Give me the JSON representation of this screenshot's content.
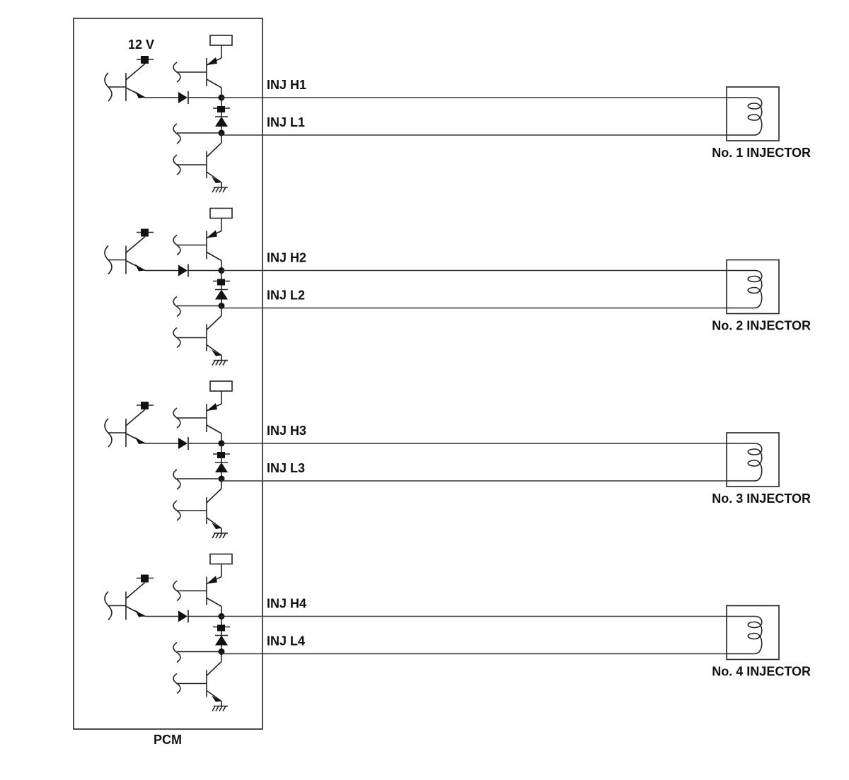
{
  "diagram": {
    "module_label": "PCM",
    "supply_label": "12 V",
    "channels": [
      {
        "high_label": "INJ H1",
        "low_label": "INJ L1",
        "injector_label": "No. 1 INJECTOR"
      },
      {
        "high_label": "INJ H2",
        "low_label": "INJ L2",
        "injector_label": "No. 2 INJECTOR"
      },
      {
        "high_label": "INJ H3",
        "low_label": "INJ L3",
        "injector_label": "No. 3 INJECTOR"
      },
      {
        "high_label": "INJ H4",
        "low_label": "INJ L4",
        "injector_label": "No. 4 INJECTOR"
      }
    ],
    "icons": {
      "transistor": "npn-transistor-icon",
      "diode": "diode-icon",
      "ground": "ground-icon",
      "coil": "injector-coil-icon",
      "terminal": "terminal-icon",
      "resistor": "resistor-icon"
    }
  }
}
